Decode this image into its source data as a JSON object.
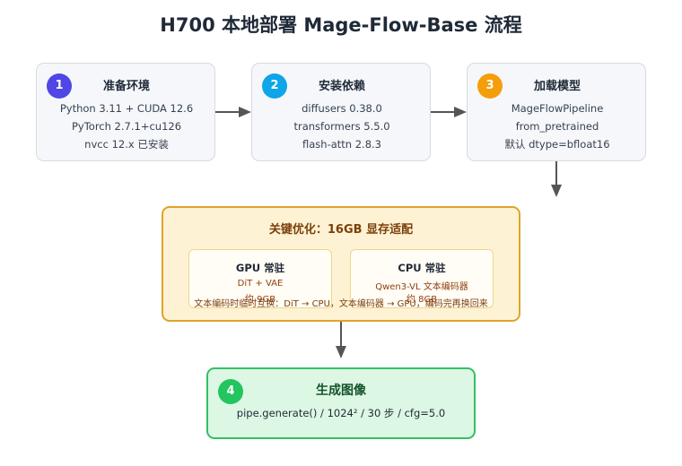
{
  "title": "H700 本地部署 Mage-Flow-Base 流程",
  "colors": {
    "step1_badge": "#4f46e5",
    "step2_badge": "#0ea5e9",
    "step3_badge": "#f59e0b",
    "step4_badge": "#22c55e",
    "optimization_border": "#e0a329",
    "optimization_fill": "#fdf3d4",
    "generate_border": "#34c065",
    "generate_fill": "#dcf7e3",
    "arrow": "#555555"
  },
  "steps": [
    {
      "number": "1",
      "title": "准备环境",
      "lines": [
        "Python 3.11 + CUDA 12.6",
        "PyTorch 2.7.1+cu126",
        "nvcc 12.x 已安装"
      ]
    },
    {
      "number": "2",
      "title": "安装依赖",
      "lines": [
        "diffusers 0.38.0",
        "transformers 5.5.0",
        "flash-attn 2.8.3"
      ]
    },
    {
      "number": "3",
      "title": "加载模型",
      "lines": [
        "MageFlowPipeline",
        "from_pretrained",
        "默认 dtype=bfloat16"
      ]
    }
  ],
  "optimization": {
    "title": "关键优化：16GB 显存适配",
    "gpu": {
      "title": "GPU 常驻",
      "line1": "DiT + VAE",
      "line2": "约 9GB"
    },
    "cpu": {
      "title": "CPU 常驻",
      "line1": "Qwen3-VL 文本编码器",
      "line2": "约 8GB"
    },
    "note": "文本编码时临时互换：DiT → CPU，文本编码器 → GPU，编码完再换回来"
  },
  "generate": {
    "number": "4",
    "title": "生成图像",
    "line": "pipe.generate() / 1024² / 30 步 / cfg=5.0"
  }
}
